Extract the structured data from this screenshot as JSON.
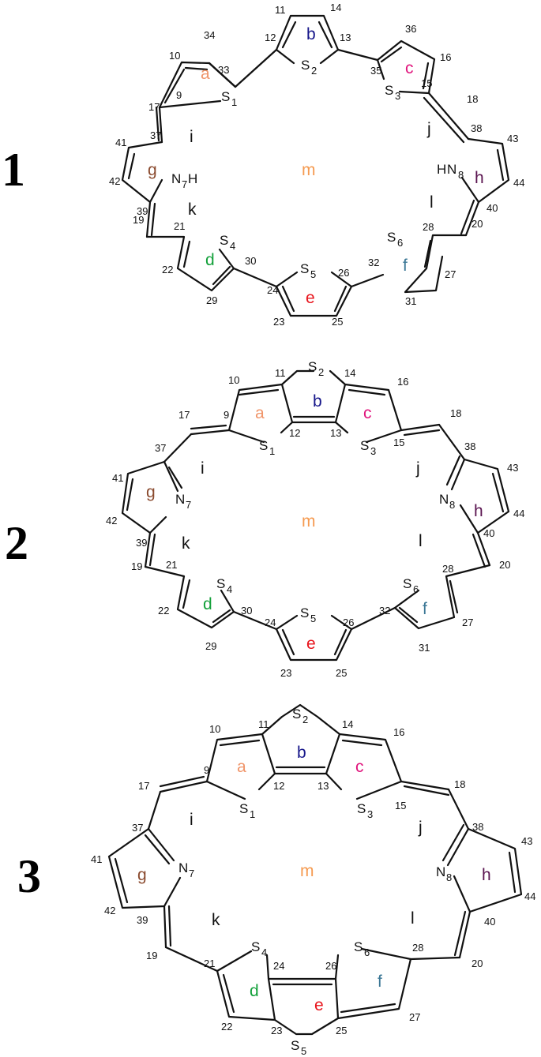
{
  "colors": {
    "a": "#F0956A",
    "b": "#16168A",
    "c": "#E0147C",
    "d": "#13A03A",
    "e": "#E8141C",
    "f": "#3C7896",
    "g": "#8A4A2E",
    "h": "#5A1450",
    "m": "#F59A50",
    "black": "#111111"
  },
  "compounds": [
    {
      "label": "1",
      "ring_labels": {
        "a": "a",
        "b": "b",
        "c": "c",
        "d": "d",
        "e": "e",
        "f": "f",
        "g": "g",
        "h": "h",
        "m": "m"
      },
      "region_labels": {
        "i": "i",
        "j": "j",
        "k": "k",
        "l": "l"
      },
      "atoms": {
        "S1": "S",
        "S2": "S",
        "S3": "S",
        "S4": "S",
        "S5": "S",
        "S6": "S",
        "N7": "N",
        "N8": "N",
        "H7": "H",
        "H8": "H"
      },
      "atom_subscripts": {
        "S1": "1",
        "S2": "2",
        "S3": "3",
        "S4": "4",
        "S5": "5",
        "S6": "6",
        "N7": "7",
        "N8": "8"
      },
      "numbers": [
        "9",
        "10",
        "11",
        "12",
        "13",
        "14",
        "15",
        "16",
        "17",
        "18",
        "19",
        "20",
        "21",
        "22",
        "23",
        "24",
        "25",
        "26",
        "27",
        "28",
        "29",
        "30",
        "31",
        "32",
        "33",
        "34",
        "35",
        "36",
        "37",
        "38",
        "39",
        "40",
        "41",
        "42",
        "43",
        "44"
      ]
    },
    {
      "label": "2",
      "ring_labels": {
        "a": "a",
        "b": "b",
        "c": "c",
        "d": "d",
        "e": "e",
        "f": "f",
        "g": "g",
        "h": "h",
        "m": "m"
      },
      "region_labels": {
        "i": "i",
        "j": "j",
        "k": "k",
        "l": "l"
      },
      "atoms": {
        "S1": "S",
        "S2": "S",
        "S3": "S",
        "S4": "S",
        "S5": "S",
        "S6": "S",
        "N7": "N",
        "N8": "N"
      },
      "atom_subscripts": {
        "S1": "1",
        "S2": "2",
        "S3": "3",
        "S4": "4",
        "S5": "5",
        "S6": "6",
        "N7": "7",
        "N8": "8"
      },
      "numbers": [
        "9",
        "10",
        "11",
        "12",
        "13",
        "14",
        "15",
        "16",
        "17",
        "18",
        "19",
        "20",
        "21",
        "22",
        "23",
        "24",
        "25",
        "26",
        "27",
        "28",
        "29",
        "30",
        "31",
        "32",
        "37",
        "38",
        "39",
        "40",
        "41",
        "42",
        "43",
        "44"
      ]
    },
    {
      "label": "3",
      "ring_labels": {
        "a": "a",
        "b": "b",
        "c": "c",
        "d": "d",
        "e": "e",
        "f": "f",
        "g": "g",
        "h": "h",
        "m": "m"
      },
      "region_labels": {
        "i": "i",
        "j": "j",
        "k": "k",
        "l": "l"
      },
      "atoms": {
        "S1": "S",
        "S2": "S",
        "S3": "S",
        "S4": "S",
        "S5": "S",
        "S6": "S",
        "N7": "N",
        "N8": "N"
      },
      "atom_subscripts": {
        "S1": "1",
        "S2": "2",
        "S3": "3",
        "S4": "4",
        "S5": "5",
        "S6": "6",
        "N7": "7",
        "N8": "8"
      },
      "numbers": [
        "9",
        "10",
        "11",
        "12",
        "13",
        "14",
        "15",
        "16",
        "17",
        "18",
        "19",
        "20",
        "21",
        "22",
        "23",
        "24",
        "25",
        "26",
        "27",
        "28",
        "37",
        "38",
        "39",
        "40",
        "41",
        "42",
        "43",
        "44"
      ]
    }
  ]
}
